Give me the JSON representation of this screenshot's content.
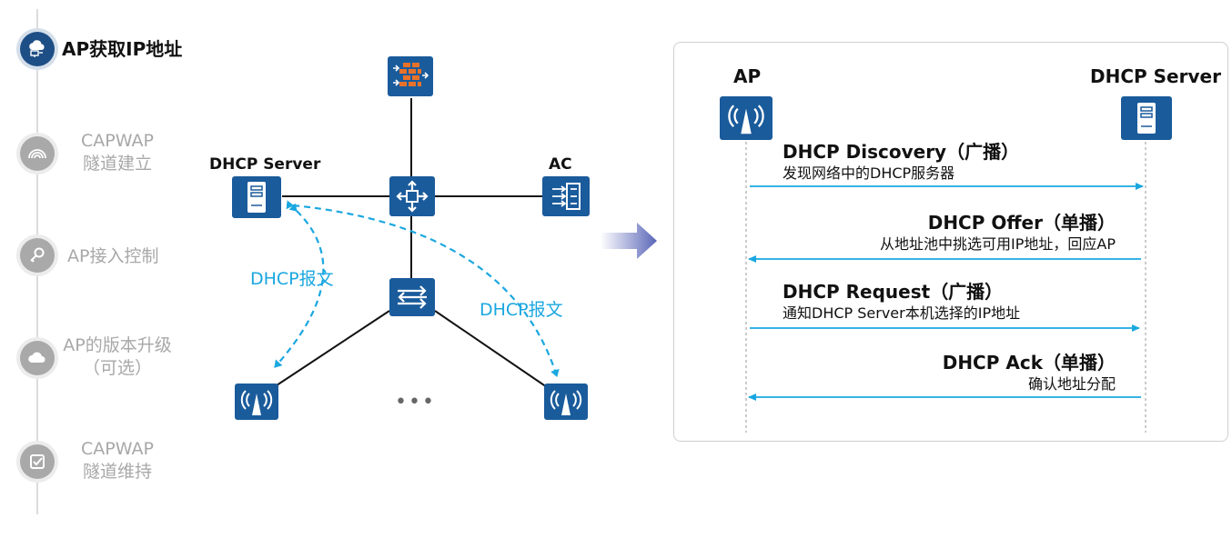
{
  "steps": [
    {
      "line1": "AP获取IP地址",
      "line2": "",
      "active": true,
      "icon": "cloud-monitor-icon"
    },
    {
      "line1": "CAPWAP",
      "line2": "隧道建立",
      "active": false,
      "icon": "rainbow-icon"
    },
    {
      "line1": "AP接入控制",
      "line2": "",
      "active": false,
      "icon": "key-icon"
    },
    {
      "line1": "AP的版本升级",
      "line2": "（可选）",
      "active": false,
      "icon": "cloud-upload-icon"
    },
    {
      "line1": "CAPWAP",
      "line2": "隧道维持",
      "active": false,
      "icon": "checkbox-icon"
    }
  ],
  "topology": {
    "dhcp_server_label": "DHCP Server",
    "ac_label": "AC",
    "dhcp_message_left": "DHCP报文",
    "dhcp_message_right": "DHCP报文",
    "ellipsis": "•••",
    "dashed_color": "#1aa7e0",
    "device_color": "#1a5b9b"
  },
  "sequence": {
    "ap_label": "AP",
    "server_label": "DHCP Server",
    "messages": [
      {
        "title": "DHCP Discovery（广播）",
        "desc": "发现网络中的DHCP服务器",
        "direction": "to-server"
      },
      {
        "title": "DHCP Offer（单播）",
        "desc": "从地址池中挑选可用IP地址，回应AP",
        "direction": "to-ap"
      },
      {
        "title": "DHCP Request（广播）",
        "desc": "通知DHCP Server本机选择的IP地址",
        "direction": "to-server"
      },
      {
        "title": "DHCP Ack（单播）",
        "desc": "确认地址分配",
        "direction": "to-ap"
      }
    ],
    "arrow_color": "#1aa7e0"
  }
}
